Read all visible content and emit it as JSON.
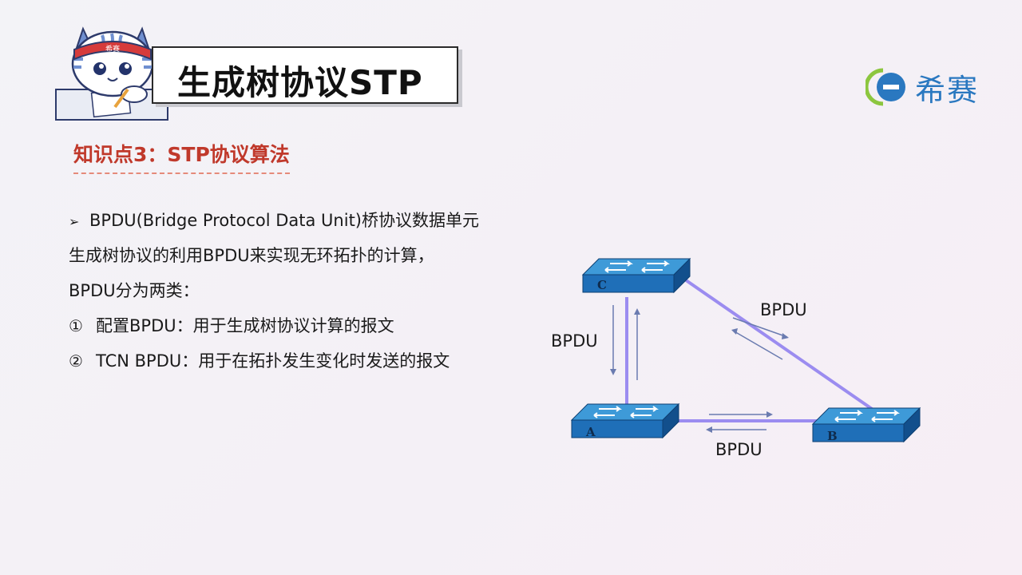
{
  "header": {
    "title": "生成树协议STP",
    "mascot_headband": "希赛",
    "brand_name": "希赛"
  },
  "section": {
    "title": "知识点3：STP协议算法"
  },
  "content": {
    "lines": [
      {
        "bullet": "➢",
        "text": "BPDU(Bridge Protocol Data Unit)桥协议数据单元"
      },
      {
        "bullet": "",
        "text": "生成树协议的利用BPDU来实现无环拓扑的计算，"
      },
      {
        "bullet": "",
        "text": "BPDU分为两类："
      },
      {
        "bullet": "①",
        "text": "配置BPDU：用于生成树协议计算的报文"
      },
      {
        "bullet": "②",
        "text": "TCN BPDU：用于在拓扑发生变化时发送的报文"
      }
    ]
  },
  "diagram": {
    "switches": [
      {
        "id": "C",
        "label": "C"
      },
      {
        "id": "A",
        "label": "A"
      },
      {
        "id": "B",
        "label": "B"
      }
    ],
    "labels": {
      "ca": "BPDU",
      "cb": "BPDU",
      "ab": "BPDU"
    },
    "colors": {
      "link": "#9b8cf0",
      "arrow": "#6a7bb0",
      "switch_top": "#3e9ad8",
      "switch_front": "#1f6fb8",
      "switch_side": "#124f8c"
    }
  },
  "colors": {
    "accent_red": "#c0392b",
    "brand_blue": "#2a78c0",
    "brand_green": "#8cc63f"
  }
}
